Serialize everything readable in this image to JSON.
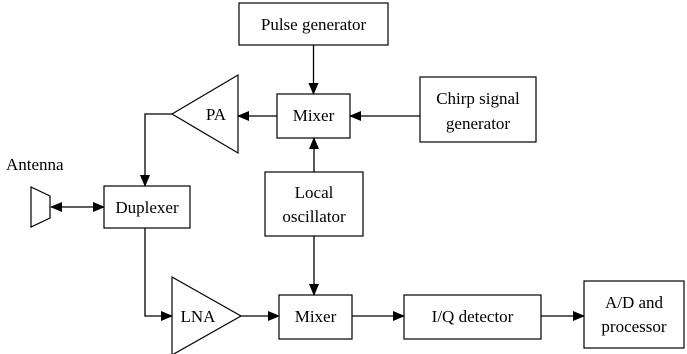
{
  "diagram": {
    "labels": {
      "pulse_generator": "Pulse generator",
      "mixer_tx": "Mixer",
      "chirp_line1": "Chirp signal",
      "chirp_line2": "generator",
      "pa": "PA",
      "antenna": "Antenna",
      "duplexer": "Duplexer",
      "local_osc_line1": "Local",
      "local_osc_line2": "oscillator",
      "lna": "LNA",
      "mixer_rx": "Mixer",
      "iq_detector": "I/Q detector",
      "ad_line1": "A/D and",
      "ad_line2": "processor"
    },
    "colors": {
      "stroke": "#000000",
      "background": "#ffffff"
    }
  }
}
